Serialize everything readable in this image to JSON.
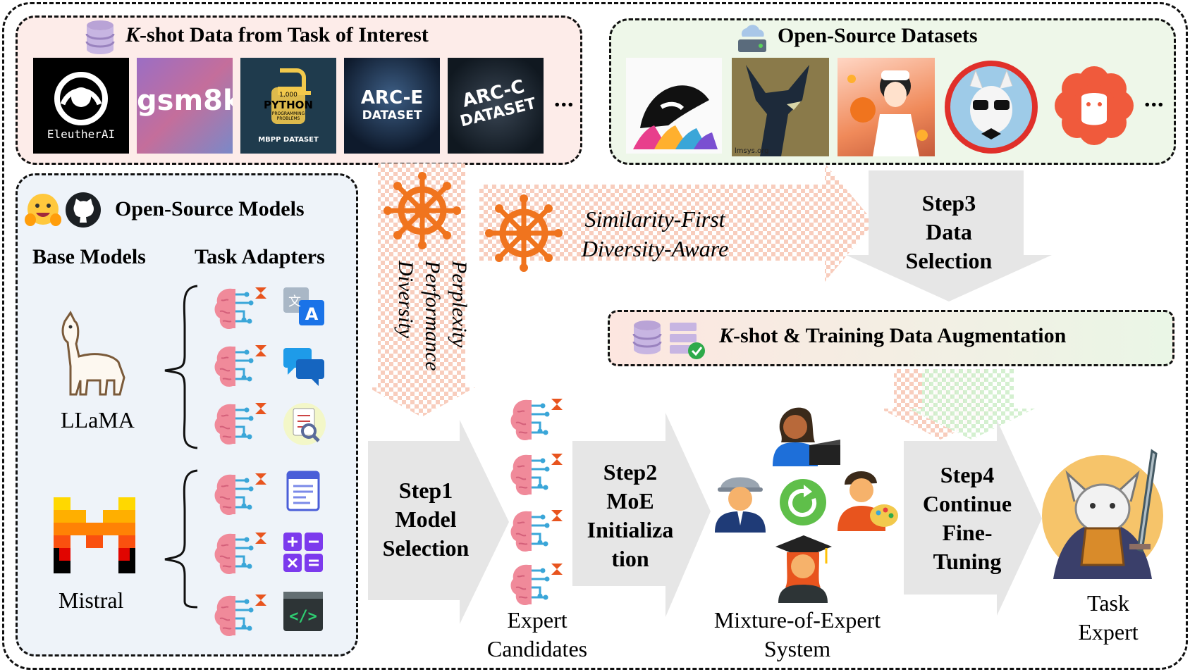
{
  "kshot": {
    "prefix": "K",
    "title": "-shot Data from Task of Interest"
  },
  "kshot_logos": {
    "eleuther": "EleutherAI",
    "gsm8k": "gsm8k",
    "python_small": "1,000",
    "python_big": "PYTHON",
    "python_sub": "PROGRAMMING PROBLEMS",
    "mbpp": "MBPP DATASET",
    "arce_1": "ARC-E",
    "arce_2": "DATASET",
    "arcc_1": "ARC-C",
    "arcc_2": "DATASET",
    "more": "..."
  },
  "datasets": {
    "title": "Open-Source Datasets",
    "lmsys": "lmsys.org",
    "more": "..."
  },
  "models": {
    "title": "Open-Source Models",
    "base_header": "Base Models",
    "adapter_header": "Task Adapters",
    "llama": "LLaMA",
    "mistral": "Mistral"
  },
  "criteria": {
    "perplexity": "Perplexity",
    "performance": "Performance",
    "diversity": "Diversity"
  },
  "selection_strategy": {
    "line1": "Similarity-First",
    "line2": "Diversity-Aware"
  },
  "steps": {
    "step1": {
      "l1": "Step1",
      "l2": "Model",
      "l3": "Selection"
    },
    "step2": {
      "l1": "Step2",
      "l2": "MoE",
      "l3": "Initializa",
      "l4": "tion"
    },
    "step3": {
      "l1": "Step3",
      "l2": "Data",
      "l3": "Selection"
    },
    "step4": {
      "l1": "Step4",
      "l2": "Continue",
      "l3": "Fine-",
      "l4": "Tuning"
    }
  },
  "augmentation": {
    "prefix": "K",
    "title": "-shot & Training Data Augmentation"
  },
  "captions": {
    "expert_l1": "Expert",
    "expert_l2": "Candidates",
    "moe_l1": "Mixture-of-Expert",
    "moe_l2": "System",
    "task_l1": "Task",
    "task_l2": "Expert"
  },
  "colors": {
    "kshot_bg": "#fdecea",
    "datasets_bg": "#eef7e9",
    "models_bg": "#eef3f9",
    "arrow_gray": "#e6e6e6",
    "helm_orange": "#f0741e",
    "checker_orange": "#f7c9b8"
  },
  "icons": [
    "database-icon",
    "cloud-server-icon",
    "hugging-face-icon",
    "github-icon",
    "llama-icon",
    "mistral-icon",
    "brain-circuit-icon",
    "translate-icon",
    "chat-icon",
    "document-search-icon",
    "form-icon",
    "calculator-icon",
    "code-icon",
    "ship-wheel-icon",
    "engineer-icon",
    "director-icon",
    "graduate-icon",
    "artist-icon",
    "refresh-icon",
    "warrior-llama-icon",
    "data-check-icon"
  ]
}
